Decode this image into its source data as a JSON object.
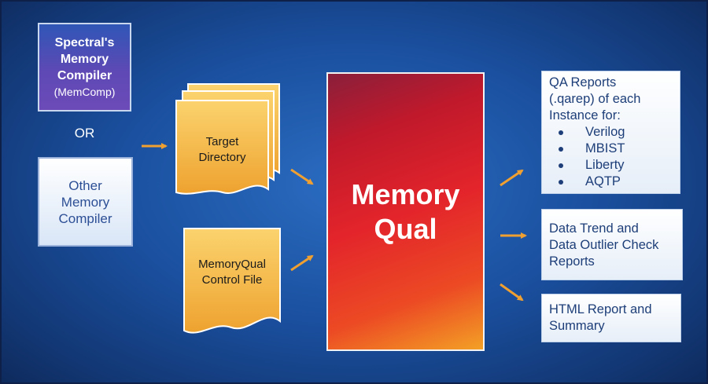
{
  "inputs": {
    "memory_compiler": {
      "title": "Spectral's\nMemory\nCompiler",
      "subtitle": "(MemComp)"
    },
    "or_label": "OR",
    "other_compiler": {
      "label": "Other\nMemory\nCompiler"
    }
  },
  "documents": {
    "target_directory": "Target\nDirectory",
    "control_file": "MemoryQual\nControl File"
  },
  "core": {
    "title": "Memory\nQual"
  },
  "outputs": {
    "qa_reports": {
      "heading": "QA Reports\n(.qarep) of each\nInstance for:",
      "items": [
        "Verilog",
        "MBIST",
        "Liberty",
        "AQTP"
      ]
    },
    "trend_reports": {
      "label": "Data Trend and\nData Outlier Check\nReports"
    },
    "html_report": {
      "label": "HTML Report and\nSummary"
    }
  },
  "colors": {
    "background": "#1a4f9e",
    "document_fill": "#f4b23e",
    "arrow": "#f0a030",
    "core_red": "#e3242b"
  }
}
